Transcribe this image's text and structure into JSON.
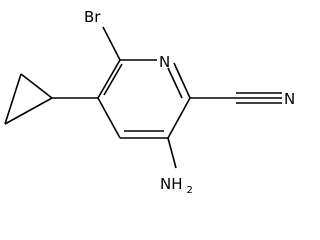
{
  "atoms": {
    "br": "Br",
    "n_ring": "N",
    "n_nitrile": "N",
    "amine_n": "NH",
    "amine_h_count": "2"
  }
}
